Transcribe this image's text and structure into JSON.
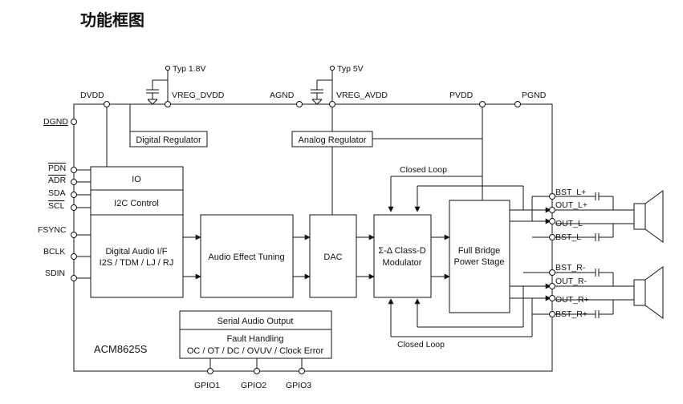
{
  "title": "功能框图",
  "chip_name": "ACM8625S",
  "supply": {
    "typ_1v8": "Typ 1.8V",
    "typ_5v": "Typ 5V",
    "dvdd": "DVDD",
    "vreg_dvdd": "VREG_DVDD",
    "agnd": "AGND",
    "vreg_avdd": "VREG_AVDD",
    "pvdd": "PVDD",
    "pgnd": "PGND",
    "dgnd": "DGND"
  },
  "left_pins": {
    "pdn": "PDN",
    "adr": "ADR",
    "sda": "SDA",
    "scl": "SCL",
    "fsync": "FSYNC",
    "bclk": "BCLK",
    "sdin": "SDIN"
  },
  "blocks": {
    "digital_regulator": "Digital Regulator",
    "analog_regulator": "Analog Regulator",
    "io": "IO",
    "i2c_control": "I2C Control",
    "digital_audio_line1": "Digital Audio I/F",
    "digital_audio_line2": "I2S / TDM / LJ / RJ",
    "audio_effect": "Audio Effect Tuning",
    "dac": "DAC",
    "modulator_line1": "Σ-Δ Class-D",
    "modulator_line2": "Modulator",
    "power_stage_line1": "Full Bridge",
    "power_stage_line2": "Power Stage",
    "serial_audio_output": "Serial Audio Output",
    "fault_line1": "Fault Handling",
    "fault_line2": "OC / OT / DC / OVUV / Clock Error"
  },
  "closed_loop_top": "Closed Loop",
  "closed_loop_bottom": "Closed Loop",
  "right_pins": {
    "bst_l_plus": "BST_L+",
    "out_l_plus": "OUT_L+",
    "out_l_minus": "OUT_L-",
    "bst_l_minus": "BST_L-",
    "bst_r_minus": "BST_R-",
    "out_r_minus": "OUT_R-",
    "out_r_plus": "OUT_R+",
    "bst_r_plus": "BST_R+"
  },
  "gpio": {
    "gpio1": "GPIO1",
    "gpio2": "GPIO2",
    "gpio3": "GPIO3"
  },
  "icons": {
    "speaker": "speaker-icon",
    "capacitor": "capacitor-icon",
    "ground": "ground-icon"
  }
}
